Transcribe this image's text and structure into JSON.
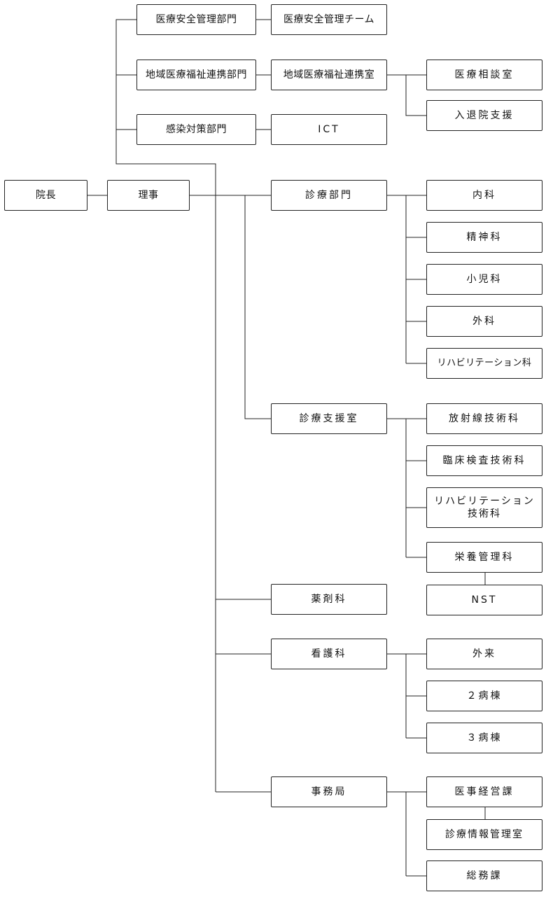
{
  "nodes": {
    "director": "院長",
    "board": "理事",
    "med_safety_dept": "医療安全管理部門",
    "med_safety_team": "医療安全管理チーム",
    "regional_dept": "地域医療福祉連携部門",
    "regional_office": "地域医療福祉連携室",
    "med_consult": "医療相談室",
    "admission_support": "入退院支援",
    "infection_dept": "感染対策部門",
    "ict": "ICT",
    "clinical_dept": "診療部門",
    "internal_med": "内科",
    "psychiatry": "精神科",
    "pediatrics": "小児科",
    "surgery": "外科",
    "rehab_med": "リハビリテーション科",
    "clinical_support": "診療支援室",
    "radiology": "放射線技術科",
    "clinical_lab": "臨床検査技術科",
    "rehab_tech": "リハビリテーション\n技術科",
    "nutrition": "栄養管理科",
    "nst": "NST",
    "pharmacy": "薬剤科",
    "nursing": "看護科",
    "outpatient": "外来",
    "ward2": "２病棟",
    "ward3": "３病棟",
    "admin_office": "事務局",
    "med_affairs": "医事経営課",
    "med_info": "診療情報管理室",
    "general_affairs": "総務課"
  }
}
